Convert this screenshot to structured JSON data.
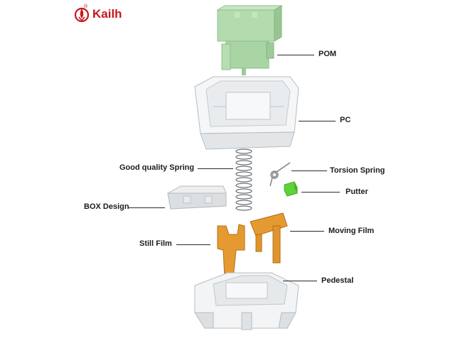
{
  "brand": {
    "name": "Kailh",
    "registered": "®"
  },
  "labels": {
    "pom": "POM",
    "pc": "PC",
    "spring": "Good quality Spring",
    "torsion": "Torsion Spring",
    "putter": "Putter",
    "box": "BOX Design",
    "moving_film": "Moving Film",
    "still_film": "Still Film",
    "pedestal": "Pedestal"
  },
  "colors": {
    "brand_red": "#c8161d",
    "stem_green": "#a9d5a4",
    "putter_green": "#5fd23a",
    "film_gold": "#e0952c"
  }
}
